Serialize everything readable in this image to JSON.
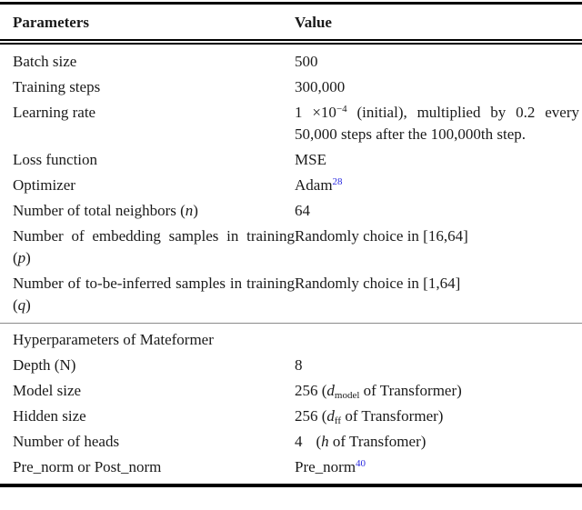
{
  "page": {
    "background_color": "#ffffff",
    "text_color": "#1a1a1a",
    "citation_color": "#2a2ae0",
    "rule_color": "#000000"
  },
  "table": {
    "header": {
      "param": "Parameters",
      "value": "Value"
    },
    "rows": [
      {
        "param": "Batch size",
        "value": "500"
      },
      {
        "param": "Training steps",
        "value": "300,000"
      },
      {
        "param": "Learning rate",
        "value_base": "1 ×10",
        "value_exp": "−4",
        "value_rest": " (initial), multiplied by 0.2 every 50,000 steps after the 100,000th step."
      },
      {
        "param": "Loss function",
        "value": "MSE"
      },
      {
        "param": "Optimizer",
        "value": "Adam",
        "value_cite": "28"
      },
      {
        "param_pre": "Number of total neighbors (",
        "param_var": "n",
        "param_post": ")",
        "value": "64"
      },
      {
        "param_pre": "Number of embedding samples in training (",
        "param_var": "p",
        "param_post": ")",
        "value": "Randomly choice in [16,64]"
      },
      {
        "param_pre": "Number of to-be-inferred samples in training (",
        "param_var": "q",
        "param_post": ")",
        "value": "Randomly choice in [1,64]"
      }
    ],
    "section": {
      "title": "Hyperparameters of Mateformer"
    },
    "rows2": [
      {
        "param": "Depth (N)",
        "value": "8"
      },
      {
        "param": "Model size",
        "value_pre": "256 (",
        "value_var": "d",
        "value_sub": "model",
        "value_post": " of Transformer)"
      },
      {
        "param": "Hidden size",
        "value_pre": "256 (",
        "value_var": "d",
        "value_sub": "ff",
        "value_post": " of Transformer)"
      },
      {
        "param": "Number of heads",
        "value_num": "4",
        "value_open": "(",
        "value_var": "h",
        "value_post": " of Transfomer)"
      },
      {
        "param": "Pre_norm or Post_norm",
        "value": "Pre_norm",
        "value_cite": "40"
      }
    ]
  }
}
